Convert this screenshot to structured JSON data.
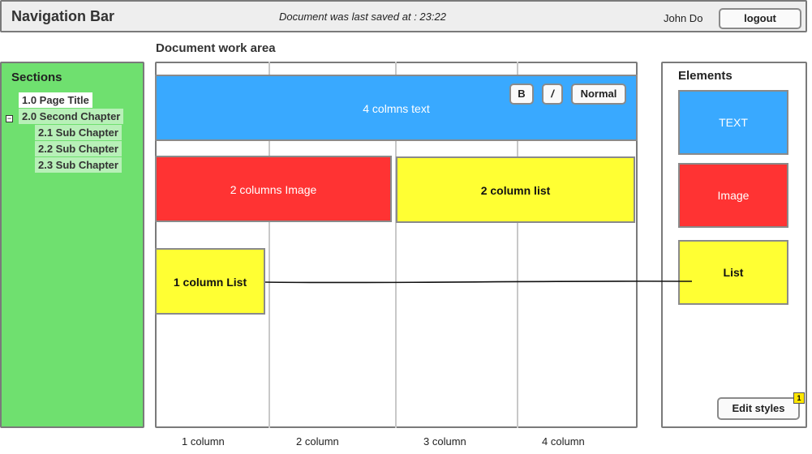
{
  "navbar": {
    "title": "Navigation Bar",
    "saved_text": "Document was last saved at : 23:22",
    "user": "John Do",
    "logout_label": "logout"
  },
  "sections": {
    "title": "Sections",
    "collapse_glyph": "−",
    "items": [
      {
        "label": "1.0 Page Title"
      },
      {
        "label": "2.0 Second Chapter"
      },
      {
        "label": "2.1 Sub Chapter"
      },
      {
        "label": "2.2 Sub Chapter"
      },
      {
        "label": "2.3 Sub Chapter"
      }
    ]
  },
  "work_area": {
    "title": "Document work area",
    "blocks": {
      "four_col_text": "4 colmns text",
      "two_col_image": "2 columns Image",
      "two_col_list": "2 column list",
      "one_col_list": "1 column List"
    },
    "format": {
      "bold": "B",
      "italic": "/",
      "normal": "Normal"
    },
    "columns": [
      "1 column",
      "2 column",
      "3 column",
      "4 column"
    ]
  },
  "elements": {
    "title": "Elements",
    "items": [
      "TEXT",
      "Image",
      "List"
    ],
    "edit_styles_label": "Edit styles",
    "badge": "1"
  },
  "colors": {
    "sections_bg": "#6fe06f",
    "text_block": "#39a9ff",
    "image_block": "#ff3333",
    "list_block": "#ffff33"
  }
}
